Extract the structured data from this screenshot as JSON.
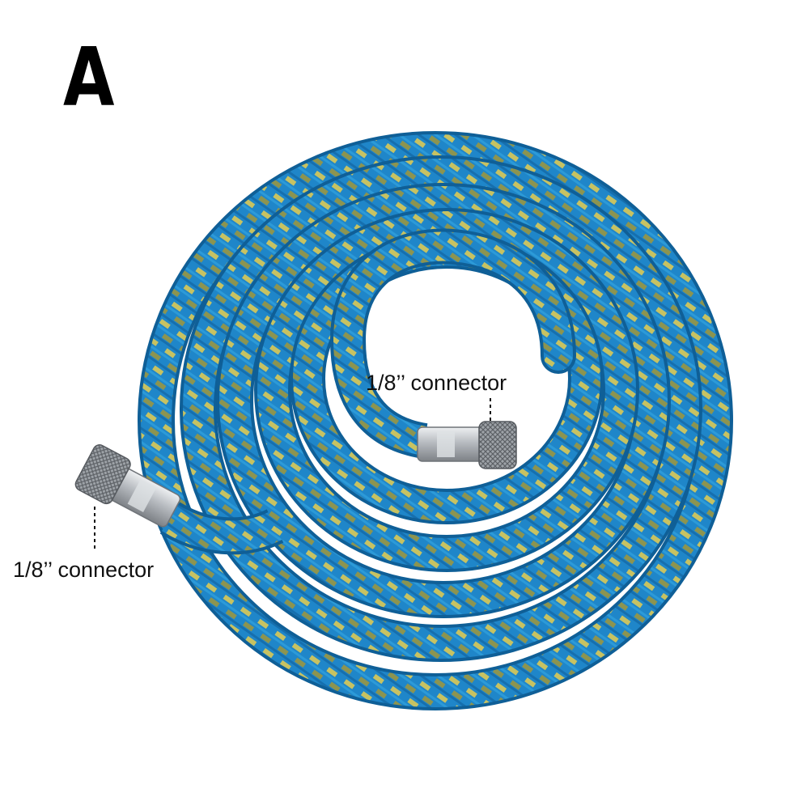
{
  "image": {
    "letter": "A",
    "labels": {
      "inner_connector": "1/8’’ connector",
      "outer_connector": "1/8’’ connector"
    },
    "colors": {
      "hose_blue": "#1f86c9",
      "hose_dark": "#0f5f97",
      "braid_yellow": "#c7c262",
      "braid_olive": "#7f8a4c",
      "metal": "#c9ccd0",
      "background": "#ffffff"
    },
    "icons": [
      "coiled-braided-hose",
      "knurled-nut",
      "metal-ferrule"
    ]
  }
}
